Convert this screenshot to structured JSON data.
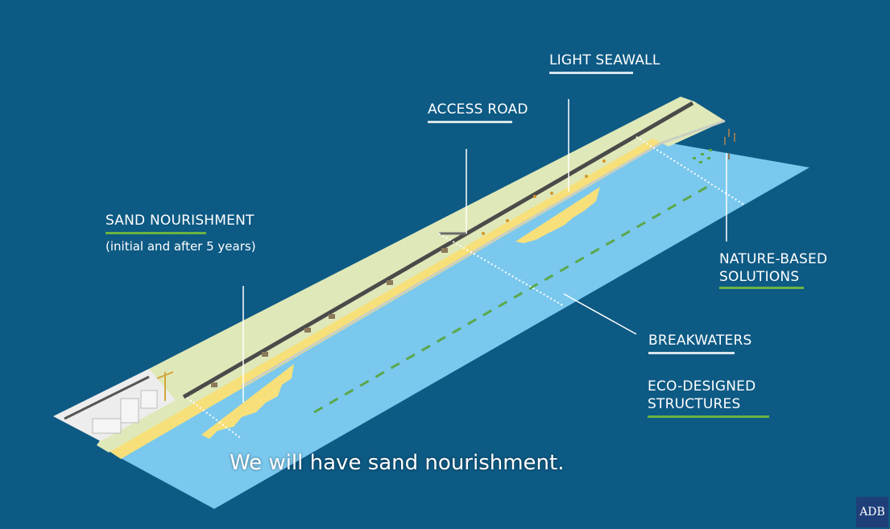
{
  "labels": {
    "sand_nourishment": "SAND NOURISHMENT",
    "sand_nourishment_note": "(initial and after 5 years)",
    "access_road": "ACCESS ROAD",
    "light_seawall": "LIGHT SEAWALL",
    "nature_based_1": "NATURE-BASED",
    "nature_based_2": "SOLUTIONS",
    "breakwaters": "BREAKWATERS",
    "eco_designed_1": "ECO-DESIGNED",
    "eco_designed_2": "STRUCTURES"
  },
  "caption": "We will have sand nourishment.",
  "logo": "ADB",
  "colors": {
    "background": "#0d5a84",
    "water": "#7ac8ee",
    "sand": "#f7e07a",
    "land": "#dfe8b8",
    "road": "#4a4a4a",
    "accent_green": "#6bb444"
  }
}
